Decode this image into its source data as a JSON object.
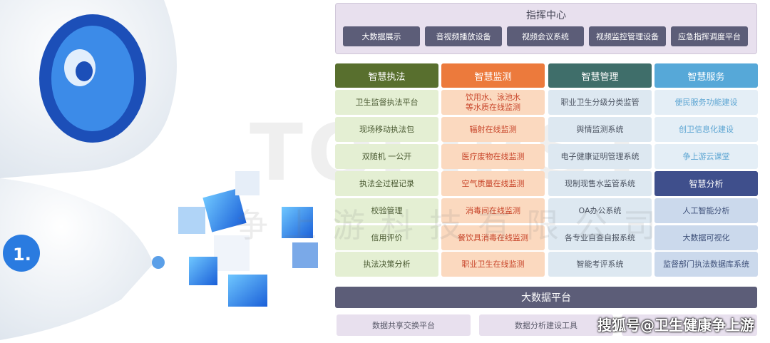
{
  "command_center": {
    "title": "指挥中心",
    "buttons": [
      "大数据展示",
      "音视频播放设备",
      "视频会议系统",
      "视频监控管理设备",
      "应急指挥调度平台"
    ]
  },
  "columns": [
    {
      "title": "智慧执法",
      "color": "#586f2e",
      "items": [
        "卫生监督执法平台",
        "现场移动执法包",
        "双随机 一公开",
        "执法全过程记录",
        "校验管理",
        "信用评价",
        "执法决策分析"
      ]
    },
    {
      "title": "智慧监测",
      "color": "#ec7a3c",
      "items": [
        "饮用水、泳池水\n等水质在线监测",
        "辐射在线监测",
        "医疗废物在线监测",
        "空气质量在线监测",
        "消毒间在线监测",
        "餐饮具消毒在线监测",
        "职业卫生在线监测"
      ]
    },
    {
      "title": "智慧管理",
      "color": "#3f6e6a",
      "items": [
        "职业卫生分级分类监管",
        "舆情监测系统",
        "电子健康证明管理系统",
        "现制现售水监管系统",
        "OA办公系统",
        "各专业自查自报系统",
        "智能考评系统"
      ]
    },
    {
      "title": "智慧服务",
      "color": "#56a8d8",
      "items": [
        "便民服务功能建设",
        "创卫信息化建设",
        "争上游云课堂"
      ]
    }
  ],
  "analysis": {
    "title": "智慧分析",
    "color": "#3f4f8c",
    "items": [
      "人工智能分析",
      "大数据可视化",
      "监督部门执法数据库系统"
    ]
  },
  "platform": {
    "title": "大数据平台",
    "items": [
      "数据共享交换平台",
      "数据分析建设工具",
      ""
    ]
  },
  "watermark": {
    "brand": "TOFIRST",
    "company": "争上游科技有限公司"
  },
  "source": "搜狐号@卫生健康争上游"
}
